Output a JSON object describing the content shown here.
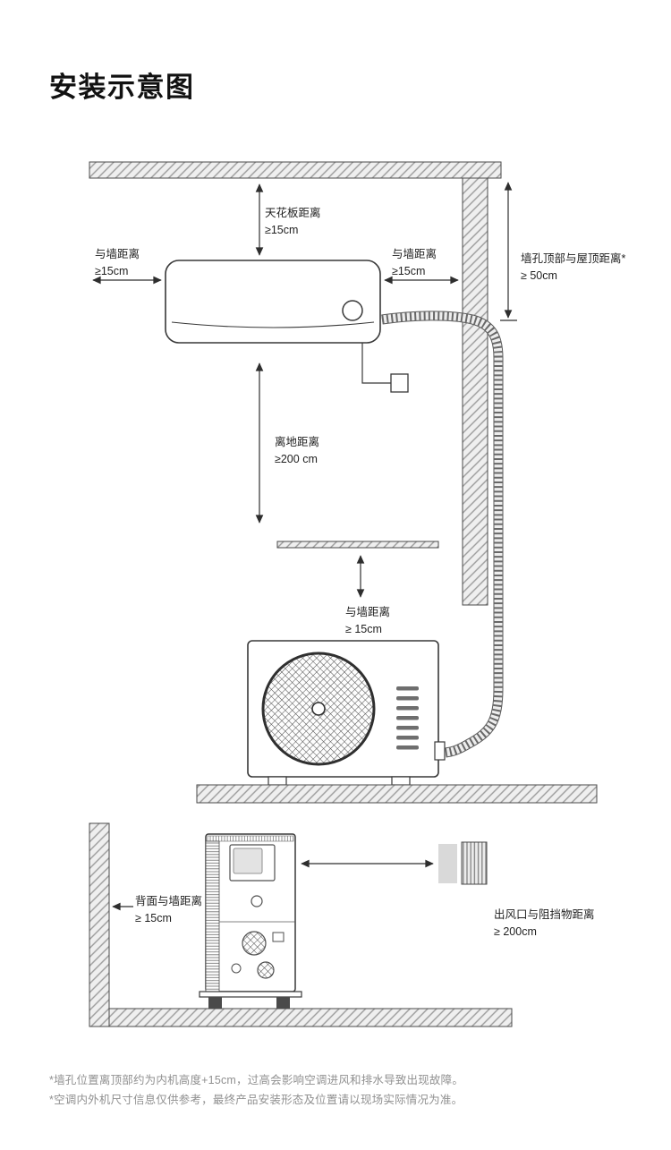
{
  "page": {
    "title": "安装示意图"
  },
  "labels": {
    "ceiling_distance": "天花板距离\n≥15cm",
    "left_wall_distance": "与墙距离\n≥15cm",
    "right_wall_distance": "与墙距离\n≥15cm",
    "roof_distance": "墙孔顶部与屋顶距离*\n≥ 50cm",
    "floor_distance": "离地距离\n≥200 cm",
    "outdoor_wall_distance": "与墙距离\n≥ 15cm",
    "back_wall_distance": "背面与墙距离\n≥ 15cm",
    "outlet_distance": "出风口与阻挡物距离\n≥ 200cm"
  },
  "footnotes": [
    "*墙孔位置离顶部约为内机高度+15cm，过高会影响空调进风和排水导致出现故障。",
    "*空调内外机尺寸信息仅供参考，最终产品安装形态及位置请以现场实际情况为准。"
  ]
}
